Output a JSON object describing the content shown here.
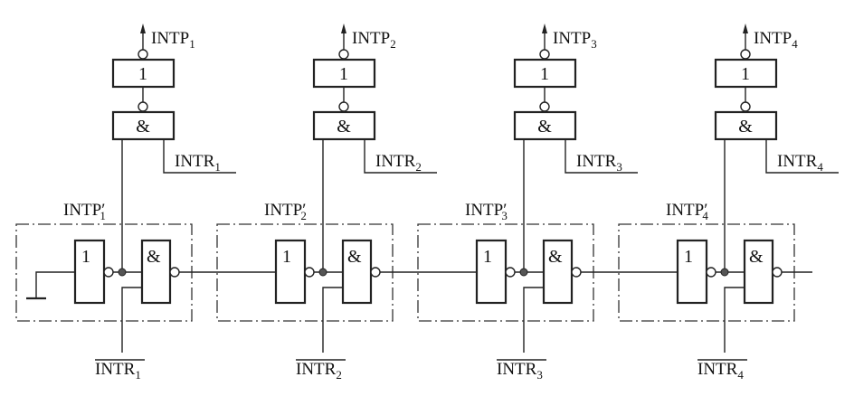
{
  "diagram": {
    "stages": [
      {
        "output_label": "INTP",
        "output_sub": "1",
        "request_label": "INTR",
        "request_sub": "1",
        "chain_label": "INTP",
        "chain_sub": "1",
        "chain_prime": "′",
        "request_bar_label": "INTR",
        "request_bar_sub": "1",
        "first_input": "ground"
      },
      {
        "output_label": "INTP",
        "output_sub": "2",
        "request_label": "INTR",
        "request_sub": "2",
        "chain_label": "INTP",
        "chain_sub": "2",
        "chain_prime": "′",
        "request_bar_label": "INTR",
        "request_bar_sub": "2",
        "first_input": "previous-stage"
      },
      {
        "output_label": "INTP",
        "output_sub": "3",
        "request_label": "INTR",
        "request_sub": "3",
        "chain_label": "INTP",
        "chain_sub": "3",
        "chain_prime": "′",
        "request_bar_label": "INTR",
        "request_bar_sub": "3",
        "first_input": "previous-stage"
      },
      {
        "output_label": "INTP",
        "output_sub": "4",
        "request_label": "INTR",
        "request_sub": "4",
        "chain_label": "INTP",
        "chain_sub": "4",
        "chain_prime": "′",
        "request_bar_label": "INTR",
        "request_bar_sub": "4",
        "first_input": "previous-stage"
      }
    ],
    "gate_labels": {
      "not": "1",
      "and": "&"
    }
  }
}
